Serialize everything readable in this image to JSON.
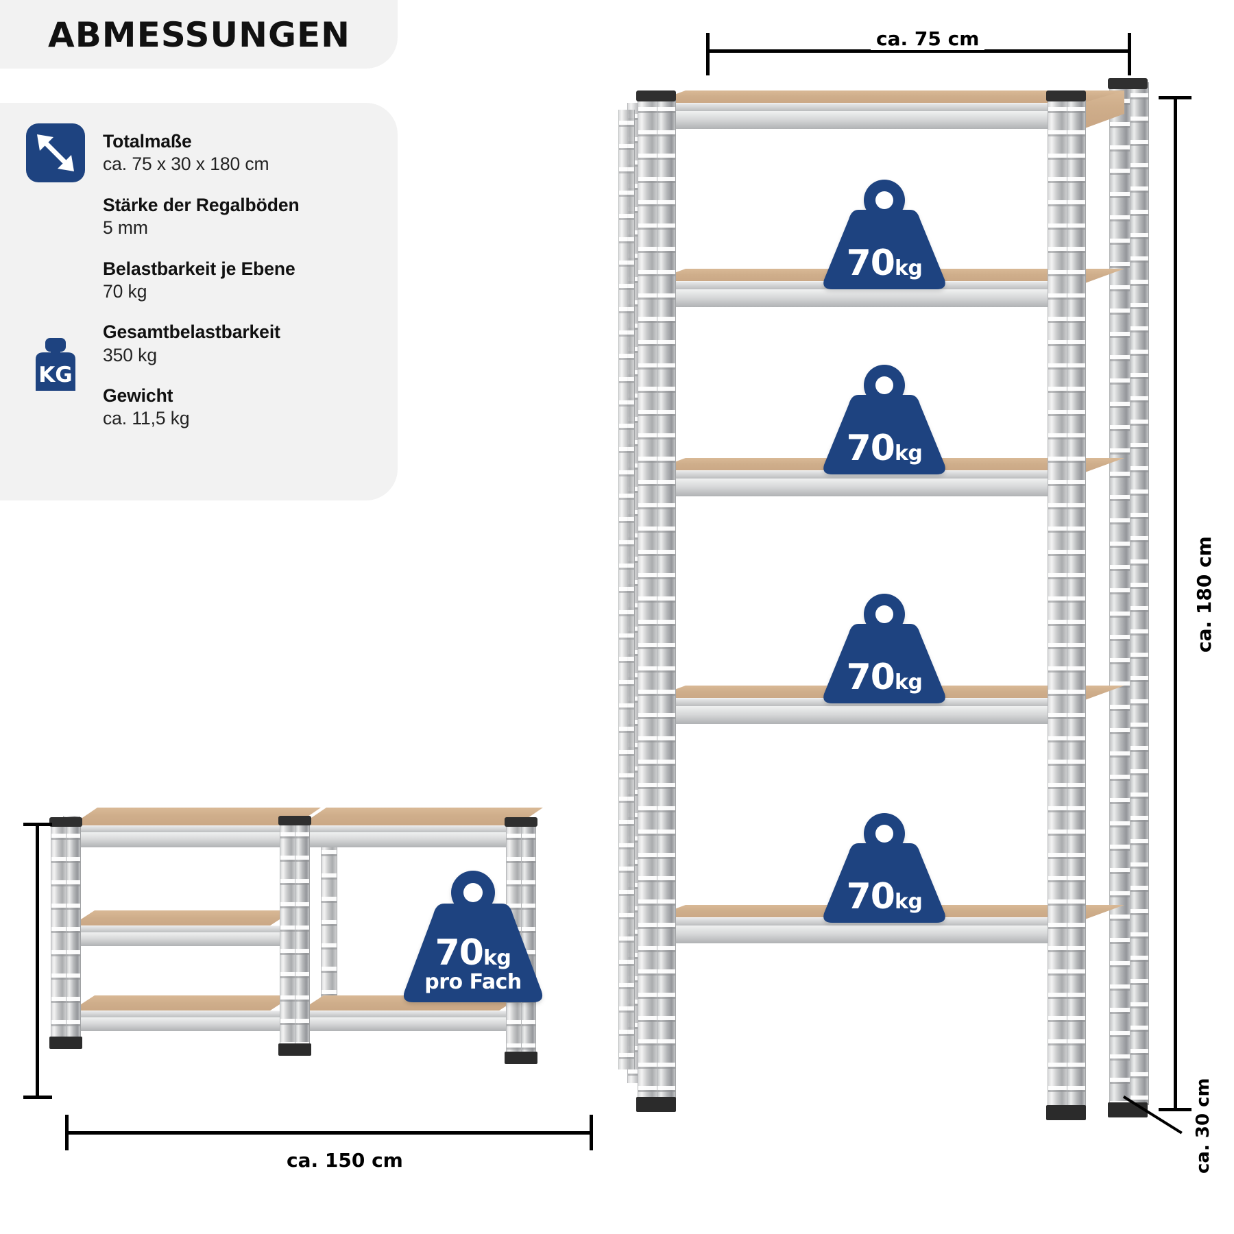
{
  "header": {
    "title": "ABMESSUNGEN"
  },
  "specs": [
    {
      "title": "Totalmaße",
      "value": "ca. 75 x 30 x 180 cm",
      "icon": "diagonal-arrow-icon"
    },
    {
      "title": "Stärke der Regalböden",
      "value": "5 mm",
      "icon": null
    },
    {
      "title": "Belastbarkeit je Ebene",
      "value": "70 kg",
      "icon": null
    },
    {
      "title": "Gesamtbelastbarkeit",
      "value": "350 kg",
      "icon": "kg-weight-icon"
    },
    {
      "title": "Gewicht",
      "value": "ca. 11,5 kg",
      "icon": null
    }
  ],
  "icon_labels": {
    "kg": "KG"
  },
  "badges": {
    "tall_shelf": [
      {
        "num": "70",
        "unit": "kg",
        "sub": ""
      },
      {
        "num": "70",
        "unit": "kg",
        "sub": ""
      },
      {
        "num": "70",
        "unit": "kg",
        "sub": ""
      },
      {
        "num": "70",
        "unit": "kg",
        "sub": ""
      }
    ],
    "wide_shelf": {
      "num": "70",
      "unit": "kg",
      "sub": "pro Fach"
    }
  },
  "dimensions": {
    "tall_width": "ca. 75 cm",
    "tall_height": "ca. 180 cm",
    "tall_depth": "ca. 30 cm",
    "wide_width": "ca. 150 cm"
  },
  "colors": {
    "brand_blue": "#1e4380",
    "panel_gray": "#f2f2f2",
    "board_tan": "#cfae8b",
    "text_dark": "#111111"
  }
}
